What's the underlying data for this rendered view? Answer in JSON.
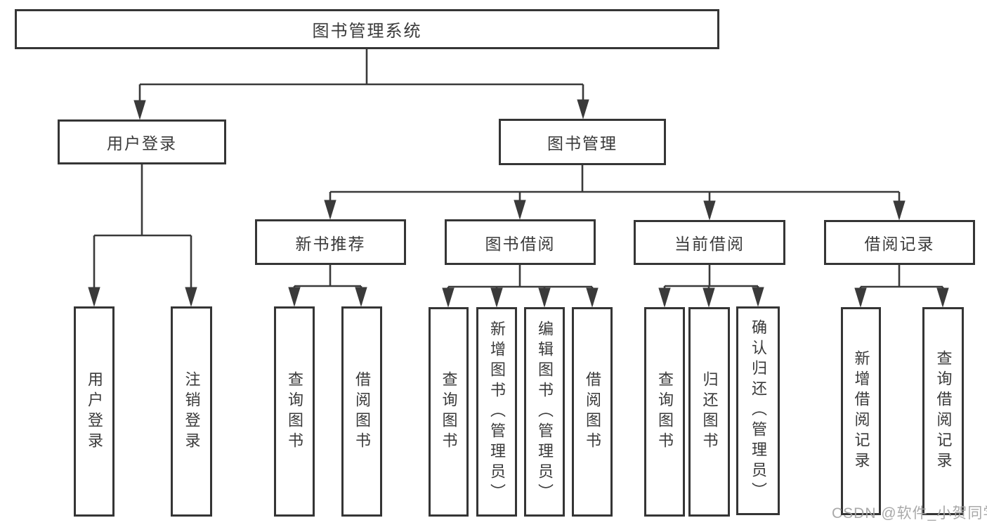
{
  "watermark": "CSDN @软件_小贺同学",
  "colors": {
    "line": "#3a3a3a",
    "box_border": "#353535",
    "text": "#3a3a3a",
    "watermark_text": "#a2a2a2",
    "background": "#ffffff"
  },
  "diagram": {
    "root": {
      "label": "图书管理系统",
      "children": [
        {
          "label": "用户登录",
          "children": [
            {
              "label": "用户登录"
            },
            {
              "label": "注销登录"
            }
          ]
        },
        {
          "label": "图书管理",
          "children": [
            {
              "label": "新书推荐",
              "children": [
                {
                  "label": "查询图书"
                },
                {
                  "label": "借阅图书"
                }
              ]
            },
            {
              "label": "图书借阅",
              "children": [
                {
                  "label": "查询图书"
                },
                {
                  "label": "新增图书（管理员）"
                },
                {
                  "label": "编辑图书（管理员）"
                },
                {
                  "label": "借阅图书"
                }
              ]
            },
            {
              "label": "当前借阅",
              "children": [
                {
                  "label": "查询图书"
                },
                {
                  "label": "归还图书"
                },
                {
                  "label": "确认归还（管理员）"
                }
              ]
            },
            {
              "label": "借阅记录",
              "children": [
                {
                  "label": "新增借阅记录"
                },
                {
                  "label": "查询借阅记录"
                }
              ]
            }
          ]
        }
      ]
    }
  }
}
